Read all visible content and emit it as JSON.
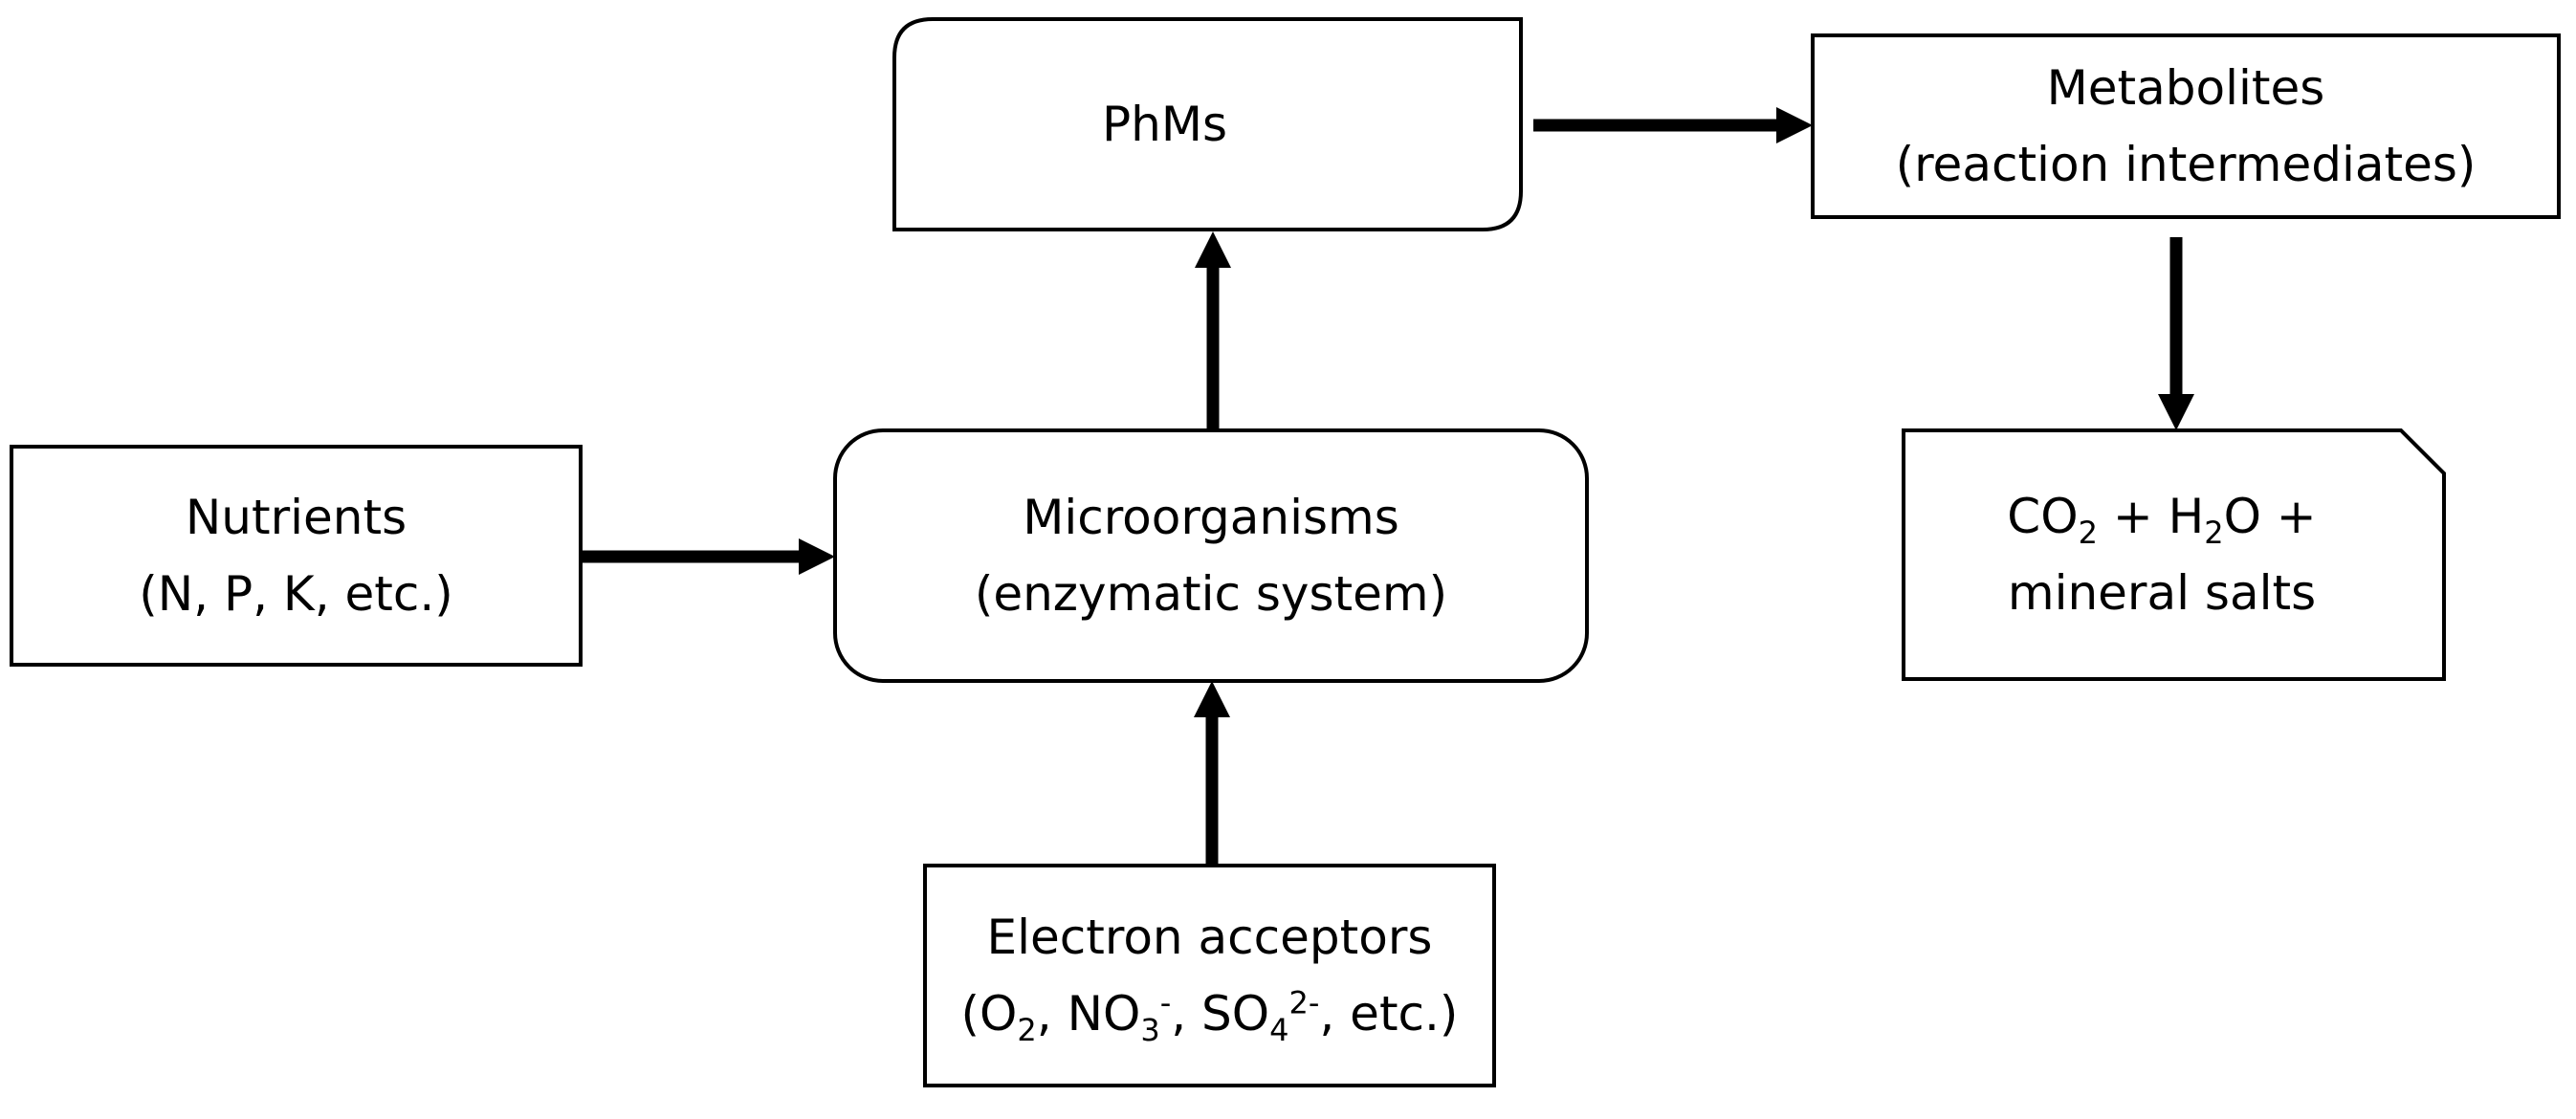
{
  "diagram": {
    "nodes": {
      "phms": {
        "label": "PhMs"
      },
      "metabolites": {
        "label": "Metabolites",
        "sublabel": "(reaction intermediates)"
      },
      "nutrients": {
        "label": "Nutrients",
        "sublabel": "(N, P, K, etc.)"
      },
      "microorganisms": {
        "label": "Microorganisms",
        "sublabel": "(enzymatic system)"
      },
      "products": {
        "line1": {
          "co": "CO",
          "co_sub": "2",
          "plus1": " + H",
          "h_sub": "2",
          "o_plus": "O +"
        },
        "line2": "mineral salts"
      },
      "electron_acceptors": {
        "label": "Electron acceptors",
        "line2": {
          "open": "(O",
          "o2_sub": "2",
          "no3": ", NO",
          "no3_sub": "3",
          "no3_sup": "-",
          "so4": ", SO",
          "so4_sub": "4",
          "so4_sup": "2-",
          "close": ", etc.)"
        }
      }
    },
    "edges": [
      {
        "from": "nutrients",
        "to": "microorganisms"
      },
      {
        "from": "electron_acceptors",
        "to": "microorganisms"
      },
      {
        "from": "microorganisms",
        "to": "phms"
      },
      {
        "from": "phms",
        "to": "metabolites"
      },
      {
        "from": "metabolites",
        "to": "products"
      }
    ]
  }
}
